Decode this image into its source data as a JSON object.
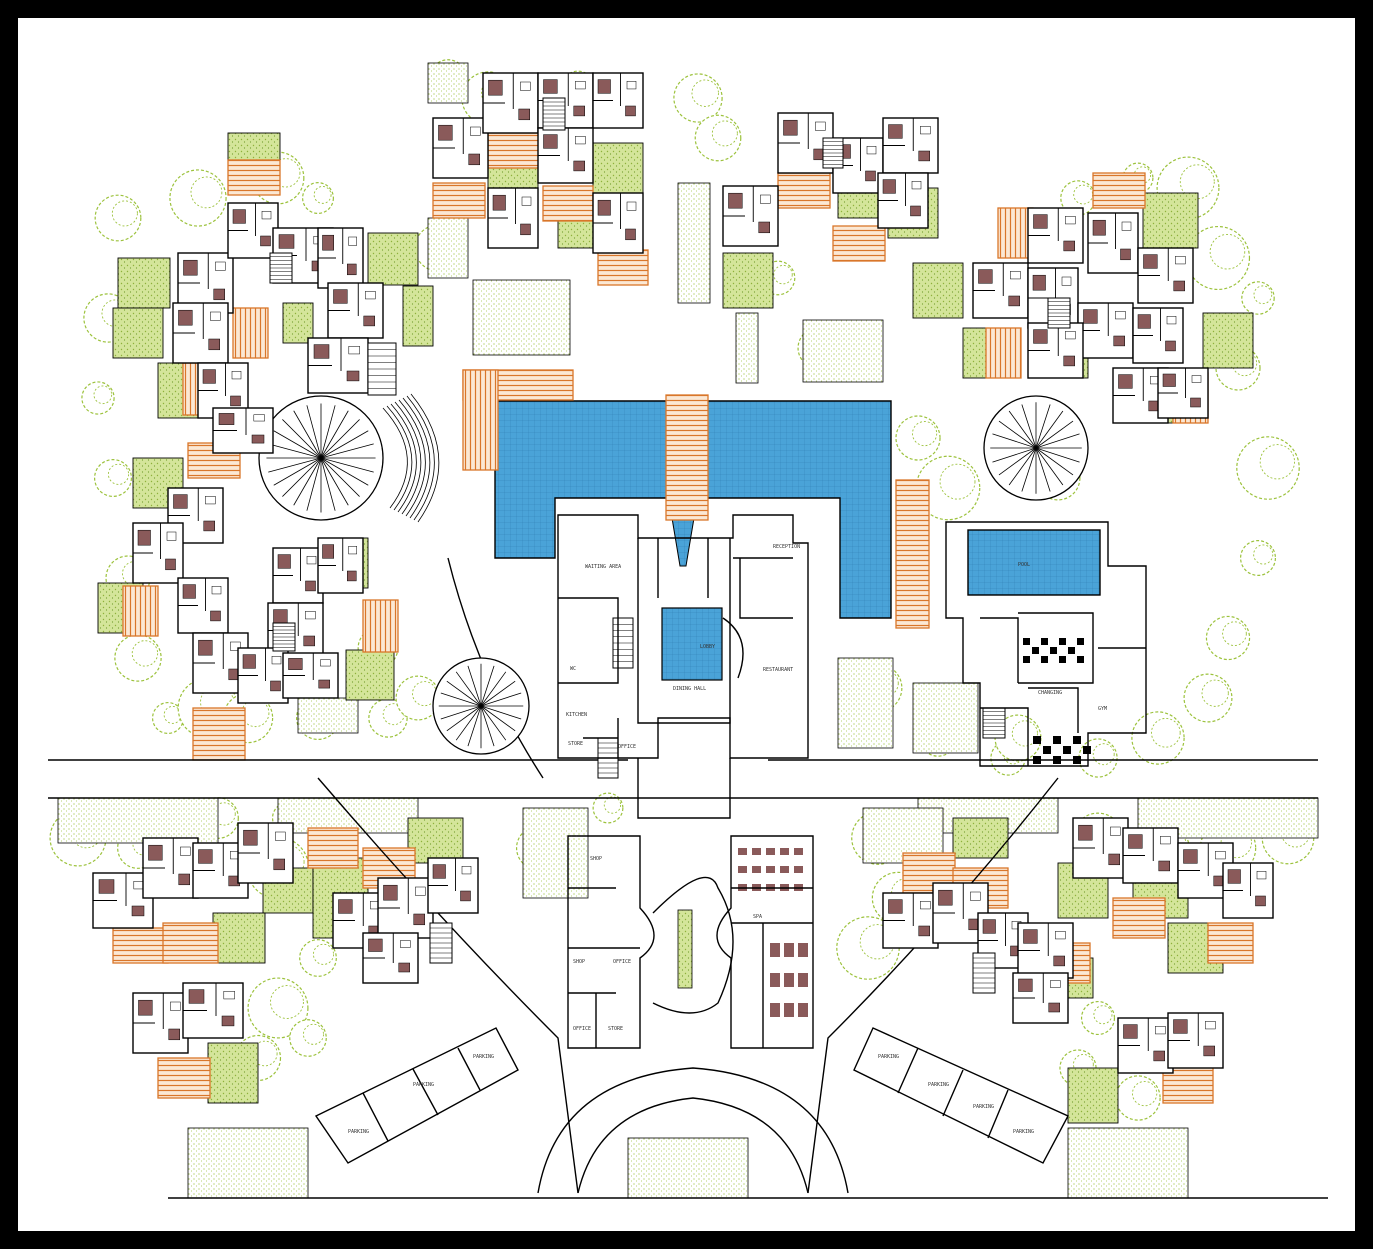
{
  "colors": {
    "border": "#000000",
    "paper": "#ffffff",
    "garden": "#d4e59a",
    "garden_dots": "#8fb13a",
    "tree": "#9cc23c",
    "pergola": "#d9762a",
    "pool": "#4aa3d8",
    "pool_grid": "#2f7fb5",
    "furniture": "#8a5a5a",
    "wall": "#000000"
  },
  "labels": {
    "block_c_a": "WAITING AREA",
    "block_c_b": "LOBBY",
    "block_c_c": "RESTAURANT",
    "block_c_d": "WC",
    "block_c_e": "KITCHEN",
    "block_c_f": "STORE",
    "block_c_g": "DINING HALL",
    "block_c_h": "RECEPTION",
    "block_c_i": "OFFICE",
    "block_r_a": "POOL",
    "block_r_b": "CHANGING",
    "block_r_c": "GYM",
    "block_s_a": "SHOP",
    "block_s_b": "SHOP",
    "block_s_c": "OFFICE",
    "block_s_d": "OFFICE",
    "block_s_e": "STORE",
    "block_s_f": "SPA",
    "park_l_a": "PARKING",
    "park_l_b": "PARKING",
    "park_l_c": "PARKING",
    "park_r_a": "PARKING",
    "park_r_b": "PARKING",
    "park_r_c": "PARKING",
    "park_r_d": "PARKING"
  }
}
